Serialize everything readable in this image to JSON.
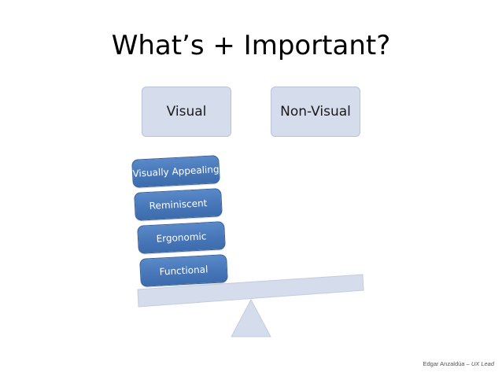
{
  "title": "What’s + Important?",
  "categories": {
    "visual": "Visual",
    "non_visual": "Non-Visual"
  },
  "stack": [
    "Visually Appealing",
    "Reminiscent",
    "Ergonomic",
    "Functional"
  ],
  "footer": {
    "author": "Edgar Anzaldúa",
    "separator": " – ",
    "role": "UX Lead"
  },
  "colors": {
    "category_fill": "#d5dcec",
    "stack_fill": "#4777b9",
    "seesaw_fill": "#d5dcec"
  }
}
